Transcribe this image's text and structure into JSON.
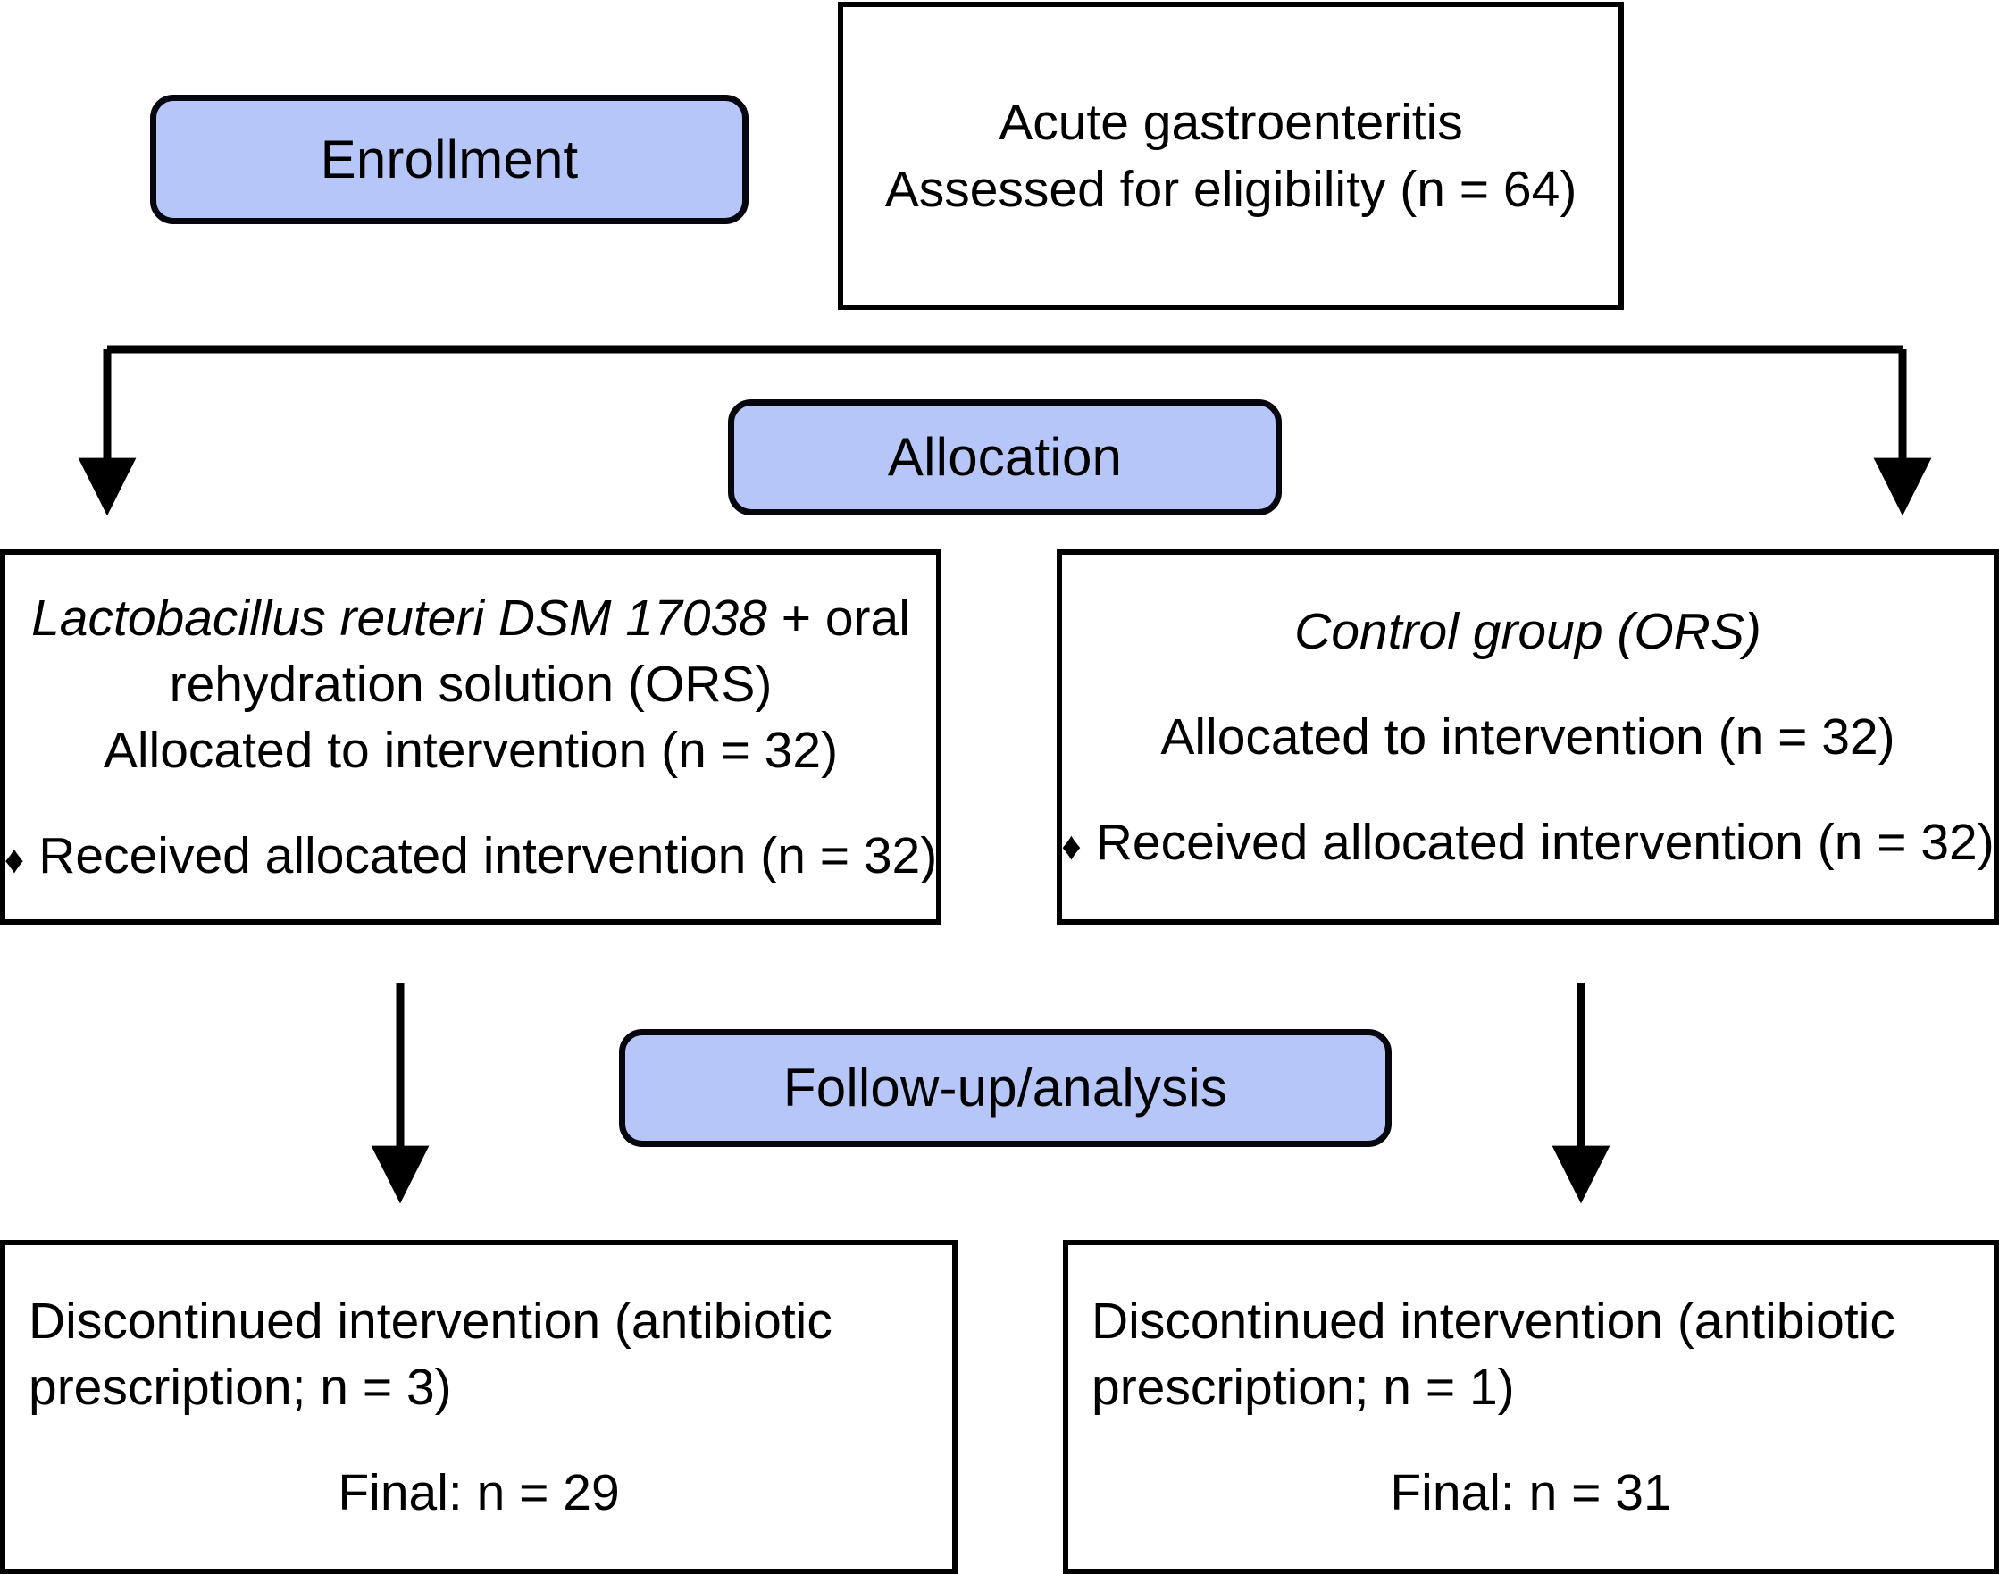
{
  "diagram": {
    "type": "consort-flow-diagram",
    "accent_blue": "#b6c6f8",
    "stroke": "#000000",
    "stages": [
      {
        "id": "enrollment",
        "label": "Enrollment"
      },
      {
        "id": "allocation",
        "label": "Allocation"
      },
      {
        "id": "followup",
        "label": "Follow-up/analysis"
      }
    ],
    "eligibility": {
      "line1": "Acute gastroenteritis",
      "line2": "Assessed for eligibility (n = 64)"
    },
    "intervention": {
      "title_italic": "Lactobacillus reuteri DSM 17038",
      "title_rest": " + oral",
      "title_line2": "rehydration solution (ORS)",
      "allocated": "Allocated to intervention (n = 32)",
      "bullet_glyph": "♦",
      "received": "Received allocated intervention (n = 32)"
    },
    "control": {
      "title_italic": "Control group (ORS)",
      "allocated": "Allocated to intervention (n = 32)",
      "bullet_glyph": "♦",
      "received": "Received allocated intervention (n = 32)"
    },
    "discontinued_left": {
      "line1": "Discontinued intervention (antibiotic",
      "line2": "prescription; n = 3)",
      "final": "Final: n = 29"
    },
    "discontinued_right": {
      "line1": "Discontinued intervention (antibiotic",
      "line2": "prescription; n = 1)",
      "final": "Final: n = 31"
    }
  }
}
